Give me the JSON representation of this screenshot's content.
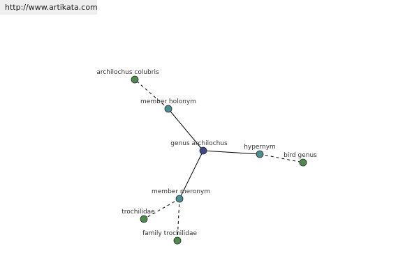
{
  "header": {
    "url": "http://www.artikata.com"
  },
  "colors": {
    "center_node": "#3b4a86",
    "relation_node": "#4a8f8f",
    "leaf_node": "#4f8a4f",
    "solid_edge": "#000000",
    "dashed_edge": "#000000"
  },
  "graph": {
    "nodes": [
      {
        "id": "center",
        "label": "genus archilochus",
        "kind": "center"
      },
      {
        "id": "member_holonym",
        "label": "member holonym",
        "kind": "relation"
      },
      {
        "id": "hypernym",
        "label": "hypernym",
        "kind": "relation"
      },
      {
        "id": "member_meronym",
        "label": "member meronym",
        "kind": "relation"
      },
      {
        "id": "archilochus_colubris",
        "label": "archilochus colubris",
        "kind": "leaf"
      },
      {
        "id": "bird_genus",
        "label": "bird genus",
        "kind": "leaf"
      },
      {
        "id": "trochilidae",
        "label": "trochilidae",
        "kind": "leaf"
      },
      {
        "id": "family_trochilidae",
        "label": "family trochilidae",
        "kind": "leaf"
      }
    ],
    "edges": [
      {
        "from": "center",
        "to": "member_holonym",
        "style": "solid"
      },
      {
        "from": "center",
        "to": "hypernym",
        "style": "solid"
      },
      {
        "from": "center",
        "to": "member_meronym",
        "style": "solid"
      },
      {
        "from": "member_holonym",
        "to": "archilochus_colubris",
        "style": "dashed"
      },
      {
        "from": "hypernym",
        "to": "bird_genus",
        "style": "dashed"
      },
      {
        "from": "member_meronym",
        "to": "trochilidae",
        "style": "dashed"
      },
      {
        "from": "member_meronym",
        "to": "family_trochilidae",
        "style": "dashed"
      }
    ]
  }
}
